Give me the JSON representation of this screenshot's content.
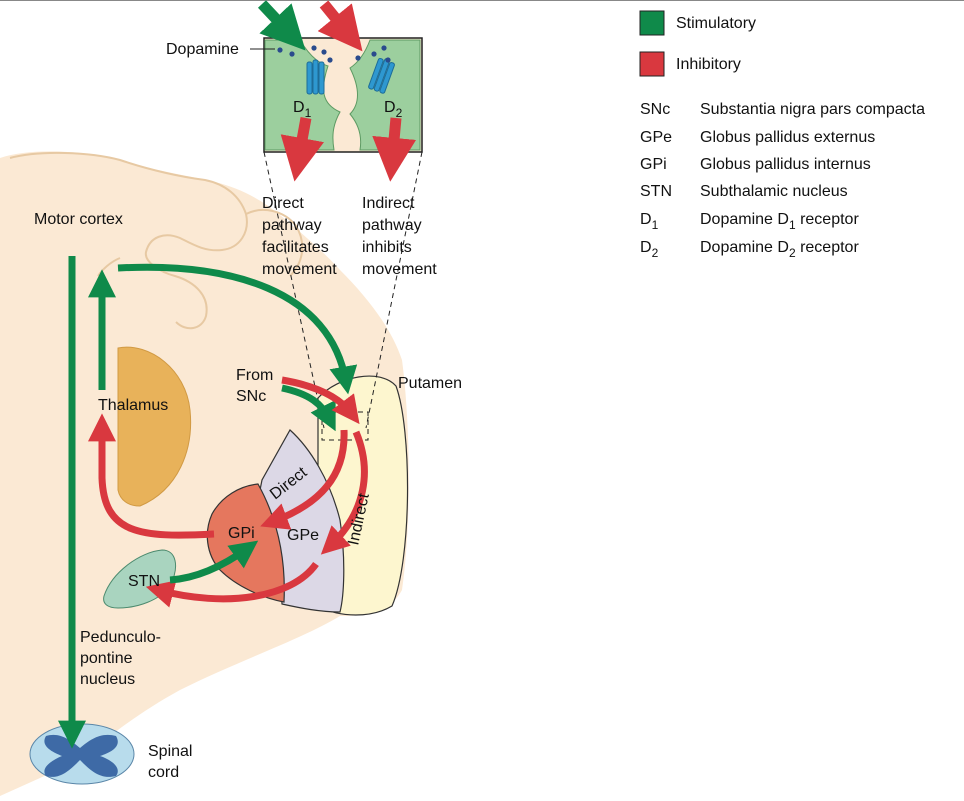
{
  "colors": {
    "stimulatory": "#0f8a4a",
    "inhibitory": "#d9383f",
    "background_tissue": "#fbe9d4",
    "putamen": "#fdf6cf",
    "gpe": "#dcd8e6",
    "gpi": "#e5775e",
    "thalamus": "#e8b25a",
    "stn": "#a9d4bf",
    "synapse_cell": "#9ccf9e",
    "receptor": "#2e98d0",
    "dopamine_dot": "#2a4b8d",
    "spinal_white": "#b8dcec",
    "spinal_gray": "#3e6aa6"
  },
  "synapse": {
    "dopamine_label": "Dopamine",
    "d1": {
      "letter": "D",
      "sub": "1"
    },
    "d2": {
      "letter": "D",
      "sub": "2"
    }
  },
  "captions": {
    "direct": [
      "Direct",
      "pathway",
      "facilitates",
      "movement"
    ],
    "indirect": [
      "Indirect",
      "pathway",
      "inhibits",
      "movement"
    ]
  },
  "labels": {
    "motor_cortex": "Motor cortex",
    "thalamus": "Thalamus",
    "from_snc": [
      "From",
      "SNc"
    ],
    "putamen": "Putamen",
    "direct_region": "Direct",
    "indirect_region": "Indirect",
    "gpi": "GPi",
    "gpe": "GPe",
    "stn": "STN",
    "pedunculopontine": [
      "Pedunculo-",
      "pontine",
      "nucleus"
    ],
    "spinal_cord": [
      "Spinal",
      "cord"
    ]
  },
  "legend": {
    "swatches": [
      {
        "label": "Stimulatory",
        "color_key": "stimulatory"
      },
      {
        "label": "Inhibitory",
        "color_key": "inhibitory"
      }
    ],
    "abbreviations": [
      {
        "abbr": "SNc",
        "definition": "Substantia nigra pars compacta"
      },
      {
        "abbr": "GPe",
        "definition": "Globus pallidus externus"
      },
      {
        "abbr": "GPi",
        "definition": "Globus pallidus internus"
      },
      {
        "abbr": "STN",
        "definition": "Subthalamic nucleus"
      },
      {
        "abbr": "D",
        "abbr_sub": "1",
        "definition_pre": "Dopamine D",
        "definition_sub": "1",
        "definition_post": " receptor"
      },
      {
        "abbr": "D",
        "abbr_sub": "2",
        "definition_pre": "Dopamine D",
        "definition_sub": "2",
        "definition_post": " receptor"
      }
    ]
  }
}
